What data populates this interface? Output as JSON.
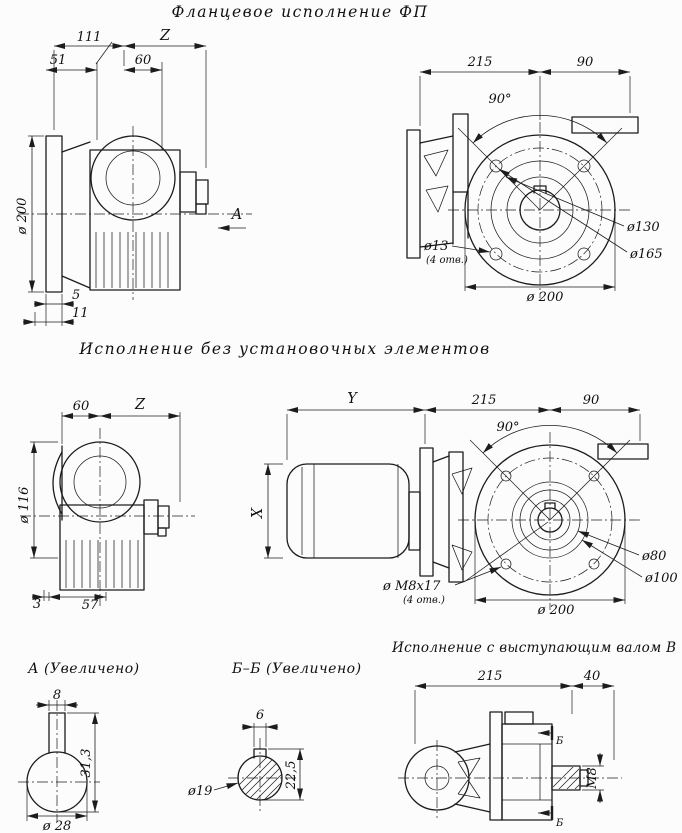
{
  "page": {
    "title": "Фланцевое  исполнение  ФП",
    "subtitle2": "Исполнение  без  установочных  элементов",
    "subtitle3": "Исполнение с выступающим валом В"
  },
  "view_flange_side": {
    "dim_111": "111",
    "dim_z": "Z",
    "dim_51": "51",
    "dim_60": "60",
    "dim_d200": "ø 200",
    "dim_5": "5",
    "dim_11": "11",
    "label_a": "А"
  },
  "view_flange_front": {
    "dim_215": "215",
    "dim_90": "90",
    "angle_90": "90°",
    "dim_d13": "ø13",
    "holes_note": "(4 отв.)",
    "dim_d130": "ø130",
    "dim_d165": "ø165",
    "dim_d200": "ø 200"
  },
  "view_plain_side": {
    "dim_60": "60",
    "dim_z": "Z",
    "dim_d116": "ø 116",
    "dim_3": "3",
    "dim_57": "57"
  },
  "view_plain_front": {
    "dim_y": "Y",
    "dim_215": "215",
    "dim_90": "90",
    "angle_90": "90°",
    "dim_x": "X",
    "dim_m8": "ø М8х17",
    "holes_note": "(4 отв.)",
    "dim_d80": "ø80",
    "dim_d100": "ø100",
    "dim_d200": "ø 200"
  },
  "detail_a": {
    "title": "А  (Увеличено)",
    "dim_8": "8",
    "dim_313": "31,3",
    "dim_d28": "ø 28"
  },
  "detail_b": {
    "title": "Б–Б  (Увеличено)",
    "dim_6": "6",
    "dim_d19": "ø19",
    "dim_225": "22,5"
  },
  "view_shaft": {
    "dim_215": "215",
    "dim_40": "40",
    "dim_m8": "М8",
    "section_b1": "Б",
    "section_b2": "Б"
  }
}
